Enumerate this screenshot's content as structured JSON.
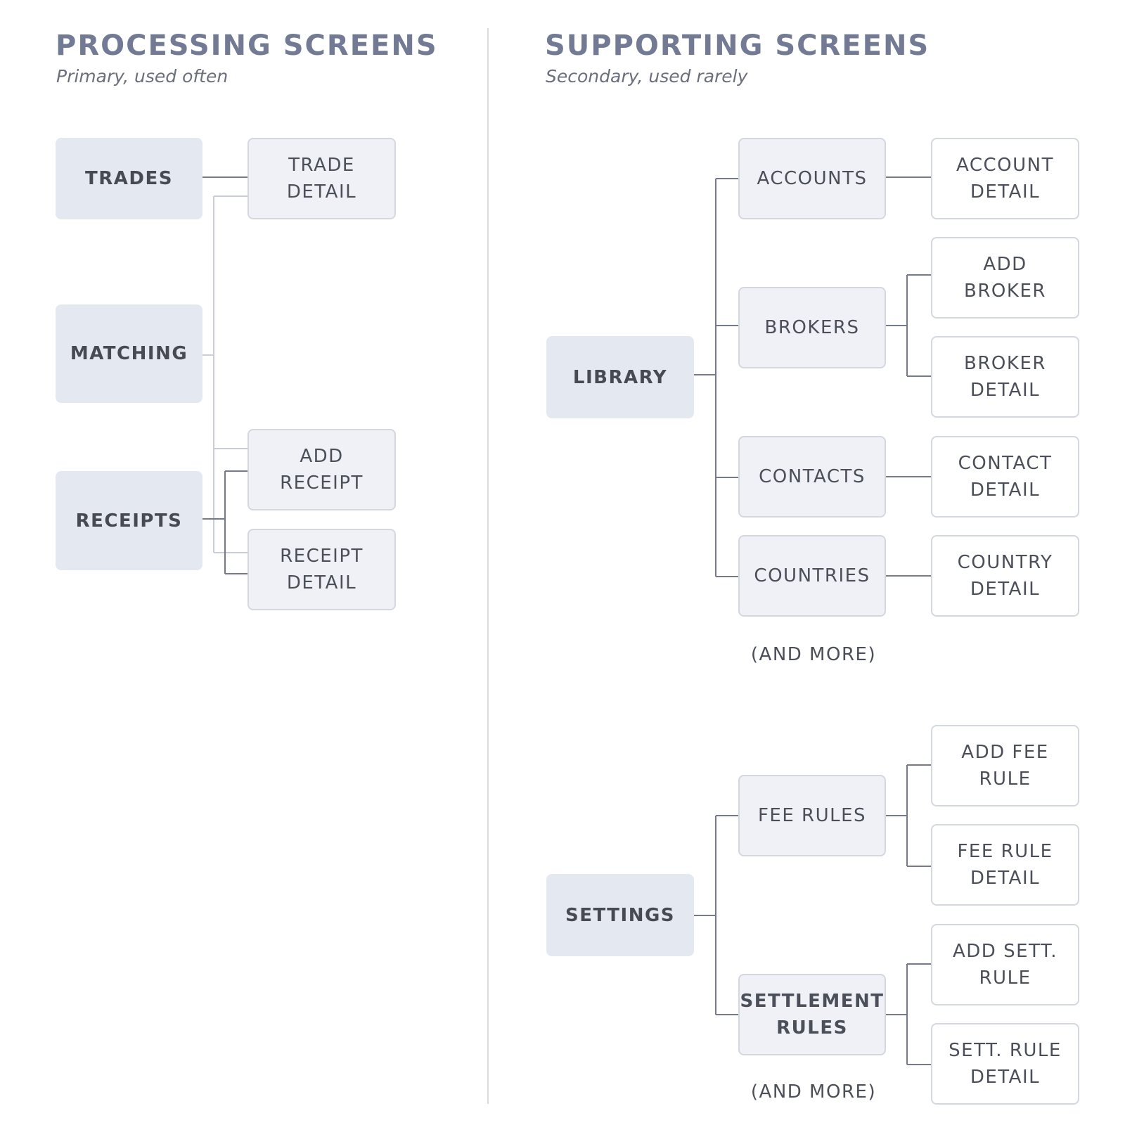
{
  "processing": {
    "title": "PROCESSING SCREENS",
    "subtitle": "Primary, used often",
    "trades": "TRADES",
    "trade_detail": [
      "TRADE",
      "DETAIL"
    ],
    "matching": "MATCHING",
    "receipts": "RECEIPTS",
    "add_receipt": [
      "ADD",
      "RECEIPT"
    ],
    "receipt_detail": [
      "RECEIPT",
      "DETAIL"
    ]
  },
  "supporting": {
    "title": "SUPPORTING SCREENS",
    "subtitle": "Secondary, used rarely",
    "library": {
      "label": "LIBRARY",
      "accounts": "ACCOUNTS",
      "account_detail": [
        "ACCOUNT",
        "DETAIL"
      ],
      "brokers": "BROKERS",
      "add_broker": [
        "ADD",
        "BROKER"
      ],
      "broker_detail": [
        "BROKER",
        "DETAIL"
      ],
      "contacts": "CONTACTS",
      "contact_detail": [
        "CONTACT",
        "DETAIL"
      ],
      "countries": "COUNTRIES",
      "country_detail": [
        "COUNTRY",
        "DETAIL"
      ],
      "more": "(AND MORE)"
    },
    "settings": {
      "label": "SETTINGS",
      "fee_rules": "FEE RULES",
      "add_fee_rule": [
        "ADD FEE",
        "RULE"
      ],
      "fee_rule_detail": [
        "FEE RULE",
        "DETAIL"
      ],
      "settlement_rules": [
        "SETTLEMENT",
        "RULES"
      ],
      "add_sett_rule": [
        "ADD SETT.",
        "RULE"
      ],
      "sett_rule_detail": [
        "SETT. RULE",
        "DETAIL"
      ],
      "more": "(AND MORE)"
    }
  },
  "colors": {
    "title": "#727b93",
    "primary_fill": "#e4e8f1",
    "secondary_fill": "#eff1f6",
    "border": "#d3d7e0",
    "connector_dark": "#747a8a",
    "connector_light": "#c9cdd8"
  }
}
